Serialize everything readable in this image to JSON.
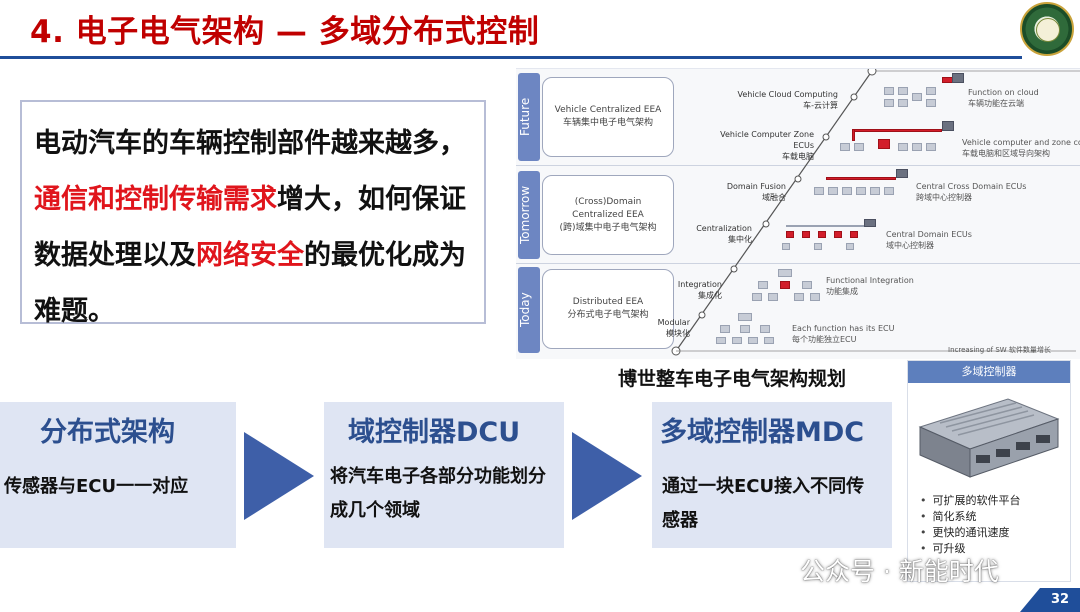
{
  "header": {
    "title": "4. 电子电气架构 — 多域分布式控制"
  },
  "intro": {
    "seg1": "电动汽车的车辆控制部件越来越多，",
    "seg2": "通信和控制传输需求",
    "seg3": "增大，如何保证数据处理以及",
    "seg4": "网络安全",
    "seg5": "的最优化成为难题。"
  },
  "diagram": {
    "caption": "博世整车电子电气架构规划",
    "stages": [
      {
        "band": "Future",
        "box_en": "Vehicle Centralized EEA",
        "box_cn": "车辆集中电子电气架构"
      },
      {
        "band": "Tomorrow",
        "box_en": "(Cross)Domain Centralized EEA",
        "box_cn": "(跨)域集中电子电气架构"
      },
      {
        "band": "Today",
        "box_en": "Distributed EEA",
        "box_cn": "分布式电子电气架构"
      }
    ],
    "steps": [
      {
        "en": "Vehicle Cloud Computing",
        "cn": "车-云计算",
        "feat_en": "Function on cloud",
        "feat_cn": "车辆功能在云端"
      },
      {
        "en": "Vehicle Computer Zone ECUs",
        "cn": "车载电脑",
        "feat_en": "Vehicle computer and zone concept",
        "feat_cn": "车载电脑和区域导向架构"
      },
      {
        "en": "Domain Fusion",
        "cn": "域融合",
        "feat_en": "Central Cross Domain ECUs",
        "feat_cn": "跨域中心控制器"
      },
      {
        "en": "Centralization",
        "cn": "集中化",
        "feat_en": "Central Domain ECUs",
        "feat_cn": "域中心控制器"
      },
      {
        "en": "Integration",
        "cn": "集成化",
        "feat_en": "Functional Integration",
        "feat_cn": "功能集成"
      },
      {
        "en": "Modular",
        "cn": "模块化",
        "feat_en": "Each function has its ECU",
        "feat_cn": "每个功能独立ECU"
      }
    ],
    "x_axis": "Increasing of SW 软件数量增长"
  },
  "flow": [
    {
      "title": "分布式架构",
      "desc": "传感器与ECU一一对应"
    },
    {
      "title": "域控制器DCU",
      "desc": "将汽车电子各部分功能划分成几个领域"
    },
    {
      "title": "多域控制器MDC",
      "desc": "通过一块ECU接入不同传感器"
    }
  ],
  "panel": {
    "header": "多域控制器",
    "bullets": [
      "可扩展的软件平台",
      "简化系统",
      "更快的通讯速度",
      "可升级"
    ]
  },
  "watermark": "公众号 · 新能时代",
  "page_number": "32",
  "colors": {
    "title_red": "#c00000",
    "accent_blue": "#1f4e9a",
    "flow_blue": "#3e5fa8",
    "highlight_red": "#e0151c"
  }
}
